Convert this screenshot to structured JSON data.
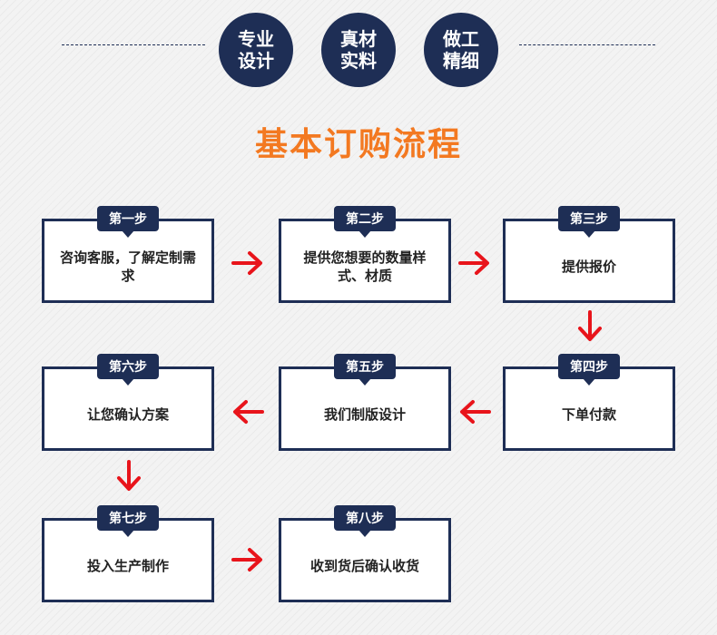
{
  "badges": [
    {
      "line1": "专业",
      "line2": "设计"
    },
    {
      "line1": "真材",
      "line2": "实料"
    },
    {
      "line1": "做工",
      "line2": "精细"
    }
  ],
  "title": "基本订购流程",
  "steps": [
    {
      "tag": "第一步",
      "text": "咨询客服，了解定制需求"
    },
    {
      "tag": "第二步",
      "text": "提供您想要的数量样式、材质"
    },
    {
      "tag": "第三步",
      "text": "提供报价"
    },
    {
      "tag": "第四步",
      "text": "下单付款"
    },
    {
      "tag": "第五步",
      "text": "我们制版设计"
    },
    {
      "tag": "第六步",
      "text": "让您确认方案"
    },
    {
      "tag": "第七步",
      "text": "投入生产制作"
    },
    {
      "tag": "第八步",
      "text": "收到货后确认收货"
    }
  ],
  "colors": {
    "navy": "#1e2e55",
    "orange": "#f37921",
    "arrow_red": "#e8141b"
  },
  "arrow_icons": [
    "arrow-right-icon",
    "arrow-down-icon",
    "arrow-left-icon"
  ]
}
